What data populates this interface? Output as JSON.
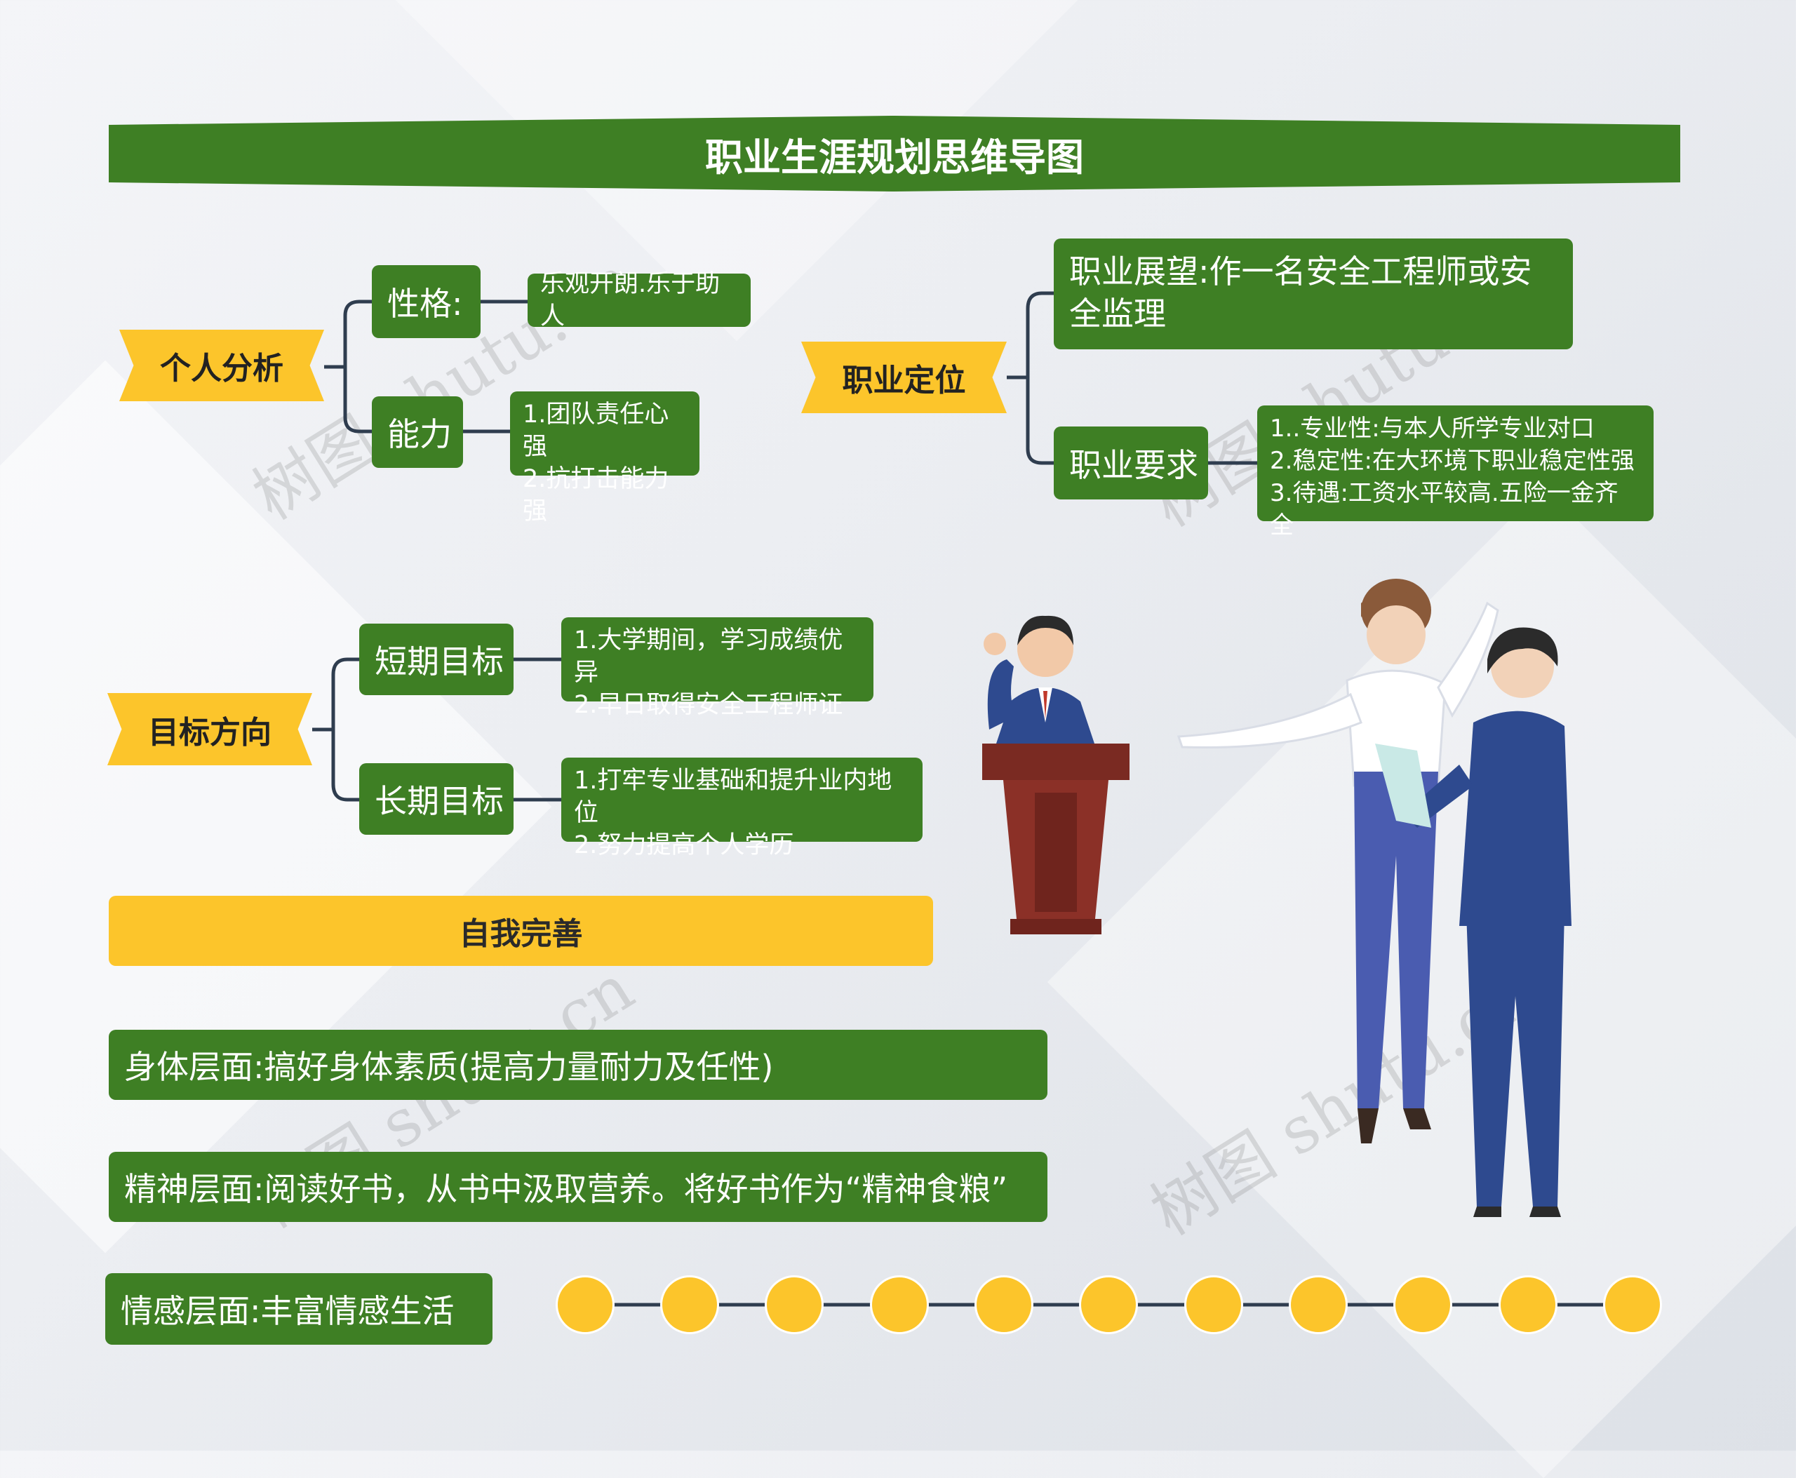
{
  "title": "职业生涯规划思维导图",
  "colors": {
    "green": "#3e7f24",
    "yellow": "#fcc52b",
    "connector": "#2f3d4f"
  },
  "personal": {
    "label": "个人分析",
    "personality": {
      "label": "性格:",
      "detail": "乐观开朗.乐于助人"
    },
    "ability": {
      "label": "能力",
      "detail": "1.团队责任心强\n2.抗打击能力强"
    }
  },
  "career": {
    "label": "职业定位",
    "outlook": "职业展望:作一名安全工程师或安全监理",
    "requirements": {
      "label": "职业要求",
      "detail": "1..专业性:与本人所学专业对口\n2.稳定性:在大环境下职业稳定性强\n3.待遇:工资水平较高.五险一金齐全"
    }
  },
  "goals": {
    "label": "目标方向",
    "short_term": {
      "label": "短期目标",
      "detail": "1.大学期间，学习成绩优异\n2.早日取得安全工程师证"
    },
    "long_term": {
      "label": "长期目标",
      "detail": "1.打牢专业基础和提升业内地位\n2.努力提高个人学历"
    }
  },
  "self": {
    "label": "自我完善",
    "physical": "身体层面:搞好身体素质(提高力量耐力及任性)",
    "spiritual": "精神层面:阅读好书，从书中汲取营养。将好书作为“精神食粮”",
    "emotional": "情感层面:丰富情感生活"
  },
  "watermark": "树图 shutu.cn",
  "illustration": {
    "icon": "people-illustration"
  }
}
